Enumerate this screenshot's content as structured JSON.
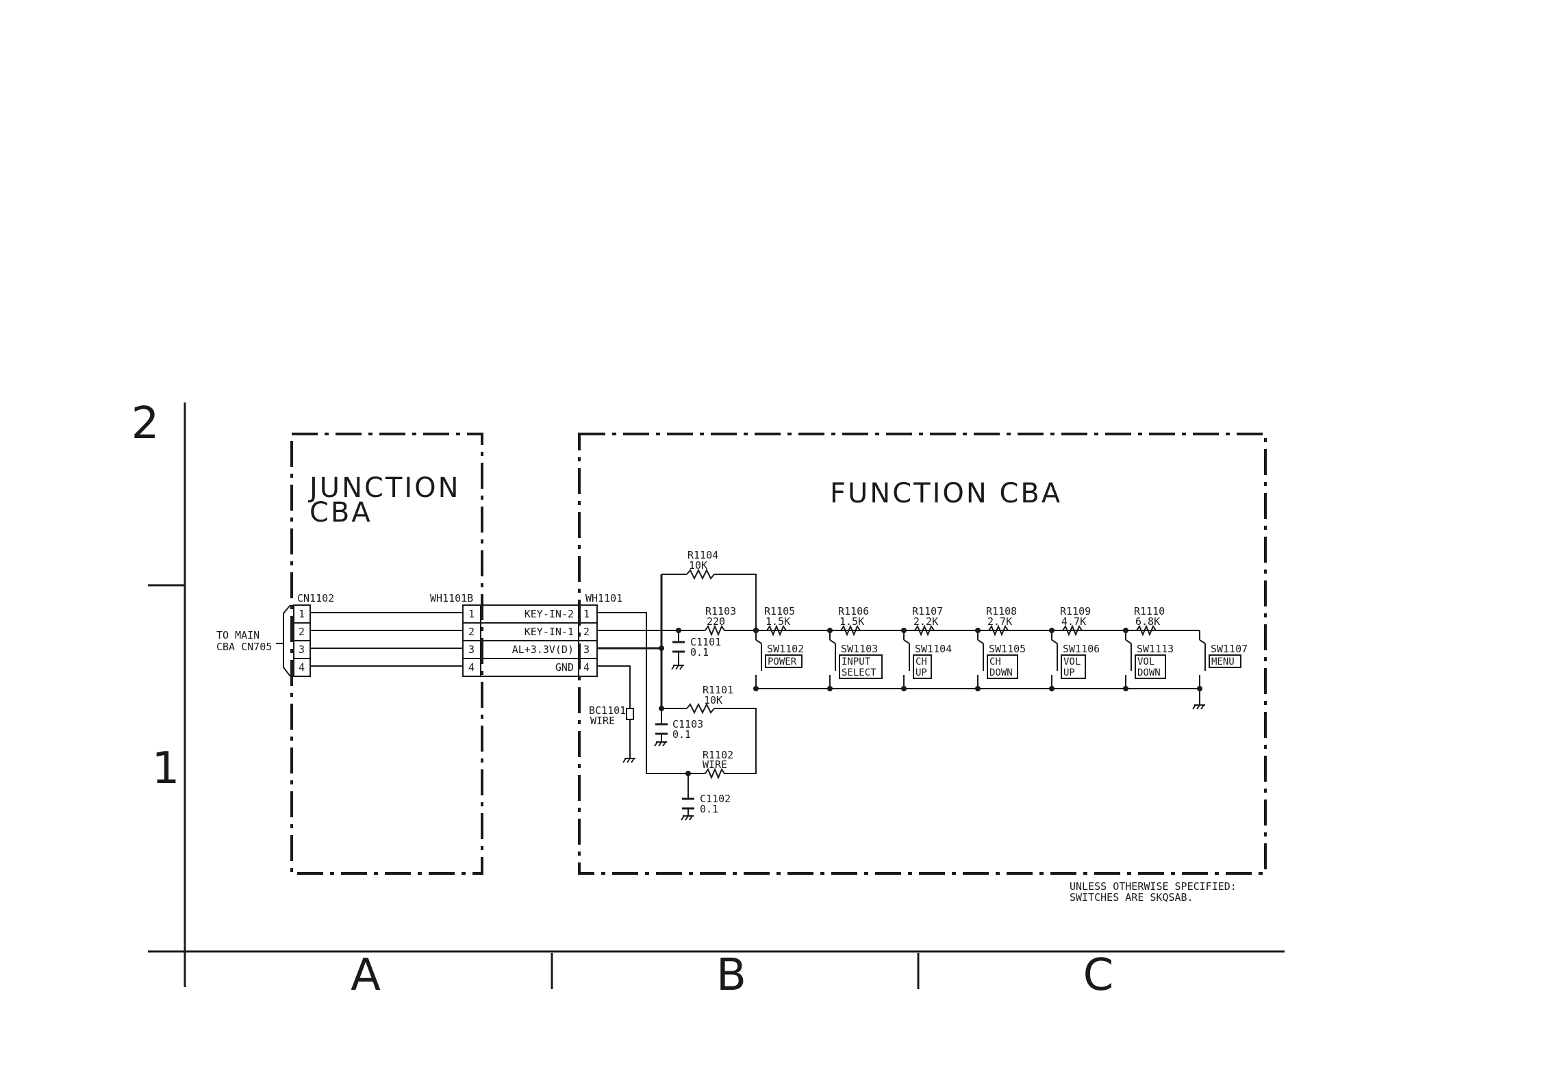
{
  "grid": {
    "rows": [
      "2",
      "1"
    ],
    "columns": [
      "A",
      "B",
      "C"
    ]
  },
  "junction": {
    "title_line1": "JUNCTION",
    "title_line2": "CBA"
  },
  "function": {
    "title": "FUNCTION CBA"
  },
  "to_main": {
    "line1": "TO MAIN",
    "line2": "CBA CN705"
  },
  "connectors": {
    "cn1102": "CN1102",
    "wh1101b": "WH1101B",
    "wh1101": "WH1101",
    "pins": [
      "1",
      "2",
      "3",
      "4"
    ],
    "signals": [
      "KEY-IN-2",
      "KEY-IN-1",
      "AL+3.3V(D)",
      "GND"
    ]
  },
  "components": {
    "r1104": {
      "ref": "R1104",
      "value": "10K"
    },
    "r1103": {
      "ref": "R1103",
      "value": "220"
    },
    "r1101": {
      "ref": "R1101",
      "value": "10K"
    },
    "r1102": {
      "ref": "R1102",
      "value": "WIRE"
    },
    "c1101": {
      "ref": "C1101",
      "value": "0.1"
    },
    "c1103": {
      "ref": "C1103",
      "value": "0.1"
    },
    "c1102": {
      "ref": "C1102",
      "value": "0.1"
    },
    "bc1101": {
      "ref": "BC1101",
      "value": "WIRE"
    }
  },
  "ladder": [
    {
      "r_ref": "R1105",
      "r_val": "1.5K",
      "sw_ref": "SW1102",
      "sw_l1": "POWER",
      "sw_l2": ""
    },
    {
      "r_ref": "R1106",
      "r_val": "1.5K",
      "sw_ref": "SW1103",
      "sw_l1": "INPUT",
      "sw_l2": "SELECT"
    },
    {
      "r_ref": "R1107",
      "r_val": "2.2K",
      "sw_ref": "SW1104",
      "sw_l1": "CH",
      "sw_l2": "UP"
    },
    {
      "r_ref": "R1108",
      "r_val": "2.7K",
      "sw_ref": "SW1105",
      "sw_l1": "CH",
      "sw_l2": "DOWN"
    },
    {
      "r_ref": "R1109",
      "r_val": "4.7K",
      "sw_ref": "SW1106",
      "sw_l1": "VOL",
      "sw_l2": "UP"
    },
    {
      "r_ref": "R1110",
      "r_val": "6.8K",
      "sw_ref": "SW1113",
      "sw_l1": "VOL",
      "sw_l2": "DOWN"
    }
  ],
  "last_switch": {
    "ref": "SW1107",
    "label": "MENU"
  },
  "note": {
    "line1": "UNLESS OTHERWISE SPECIFIED:",
    "line2": "SWITCHES ARE SKQSAB."
  }
}
